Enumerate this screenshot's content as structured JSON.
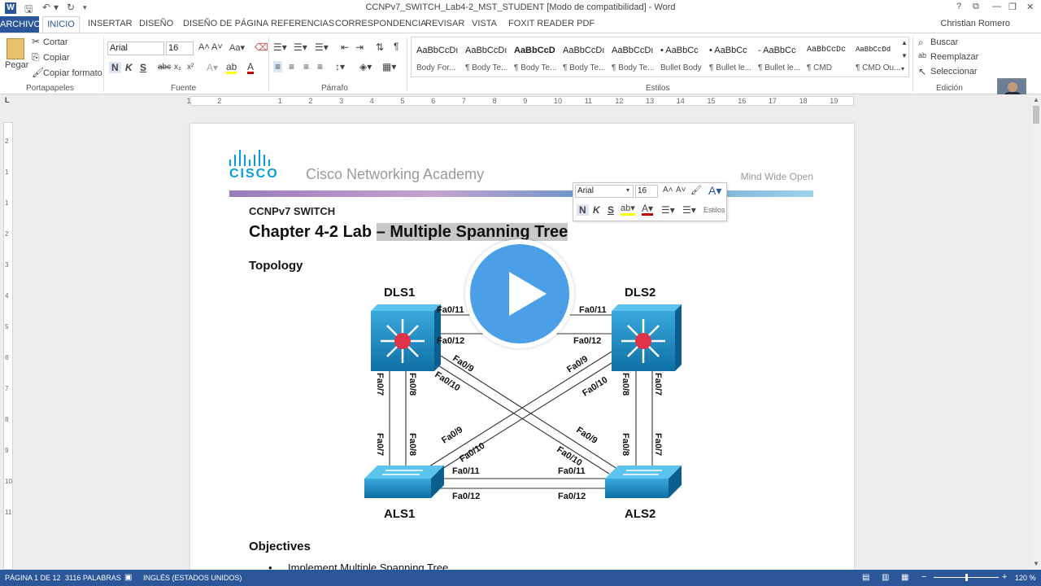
{
  "window": {
    "title": "CCNPv7_SWITCH_Lab4-2_MST_STUDENT [Modo de compatibilidad] - Word",
    "app_icon": "W",
    "user": "Christian Romero"
  },
  "tabs": [
    "ARCHIVO",
    "INICIO",
    "INSERTAR",
    "DISEÑO",
    "DISEÑO DE PÁGINA",
    "REFERENCIAS",
    "CORRESPONDENCIA",
    "REVISAR",
    "VISTA",
    "FOXIT READER PDF"
  ],
  "ribbon": {
    "clipboard": {
      "paste": "Pegar",
      "cut": "Cortar",
      "copy": "Copiar",
      "format_painter": "Copiar formato",
      "label": "Portapapeles"
    },
    "font": {
      "name": "Arial",
      "size": "16",
      "label": "Fuente",
      "bold": "N",
      "italic": "K",
      "underline": "S"
    },
    "paragraph": {
      "label": "Párrafo"
    },
    "styles": {
      "label": "Estilos",
      "items": [
        {
          "sample": "AaBbCcDı",
          "name": "Body For..."
        },
        {
          "sample": "AaBbCcDı",
          "name": "¶ Body Te..."
        },
        {
          "sample": "AaBbCcD",
          "name": "¶ Body Te..."
        },
        {
          "sample": "AaBbCcDı",
          "name": "¶ Body Te..."
        },
        {
          "sample": "AaBbCcDı",
          "name": "¶ Body Te..."
        },
        {
          "sample": "• AaBbCc",
          "name": "Bullet Body"
        },
        {
          "sample": "• AaBbCc",
          "name": "¶ Bullet le..."
        },
        {
          "sample": "- AaBbCc",
          "name": "¶ Bullet le..."
        },
        {
          "sample": "AaBbCcDc",
          "name": "¶ CMD"
        },
        {
          "sample": "AaBbCcDd",
          "name": "¶ CMD Ou..."
        }
      ]
    },
    "editing": {
      "find": "Buscar",
      "replace": "Reemplazar",
      "select": "Seleccionar",
      "label": "Edición"
    }
  },
  "ruler": {
    "left_numbers": [
      "2",
      "1"
    ],
    "numbers": [
      "1",
      "2",
      "3",
      "4",
      "5",
      "6",
      "7",
      "8",
      "9",
      "10",
      "11",
      "12",
      "13",
      "14",
      "15",
      "16",
      "17",
      "18",
      "19"
    ],
    "vertical_numbers": [
      "2",
      "1",
      "1",
      "2",
      "3",
      "4",
      "5",
      "6",
      "7",
      "8",
      "9",
      "10",
      "11"
    ]
  },
  "document": {
    "logo_word": "CISCO",
    "academy": "Cisco Networking Academy",
    "tagline": "Mind Wide Open",
    "course": "CCNPv7 SWITCH",
    "title_plain": "Chapter 4-2 Lab ",
    "title_selected": "– Multiple Spanning Tree",
    "topology_heading": "Topology",
    "objectives_heading": "Objectives",
    "objective_1": "Implement Multiple Spanning Tree"
  },
  "topology": {
    "devices": {
      "dls1": "DLS1",
      "dls2": "DLS2",
      "als1": "ALS1",
      "als2": "ALS2"
    },
    "ports": {
      "dls1_top1": "Fa0/11",
      "dls1_top2": "Fa0/12",
      "dls2_top1": "Fa0/11",
      "dls2_top2": "Fa0/12",
      "dls1_x9": "Fa0/9",
      "dls1_x10": "Fa0/10",
      "dls2_x9": "Fa0/9",
      "dls2_x10": "Fa0/10",
      "dls1_v7": "Fa0/7",
      "dls1_v8": "Fa0/8",
      "dls2_v8": "Fa0/8",
      "dls2_v7": "Fa0/7",
      "als1_v7": "Fa0/7",
      "als1_v8": "Fa0/8",
      "als2_v8": "Fa0/8",
      "als2_v7": "Fa0/7",
      "als1_x9": "Fa0/9",
      "als1_x10": "Fa0/10",
      "als2_x9": "Fa0/9",
      "als2_x10": "Fa0/10",
      "als1_b1": "Fa0/11",
      "als1_b2": "Fa0/12",
      "als2_b1": "Fa0/11",
      "als2_b2": "Fa0/12"
    }
  },
  "mini_toolbar": {
    "font": "Arial",
    "size": "16",
    "bold": "N",
    "italic": "K",
    "underline": "S",
    "styles": "Estilos"
  },
  "status": {
    "page": "PÁGINA 1 DE 12",
    "words": "3116 PALABRAS",
    "language": "INGLÉS (ESTADOS UNIDOS)",
    "zoom": "120 %",
    "zoom_fraction": 0.5
  },
  "colors": {
    "word_blue": "#2b579a",
    "cisco_blue": "#049fd9",
    "play_blue": "#4b9fe6",
    "switch_blue": "#1a8fc9"
  }
}
